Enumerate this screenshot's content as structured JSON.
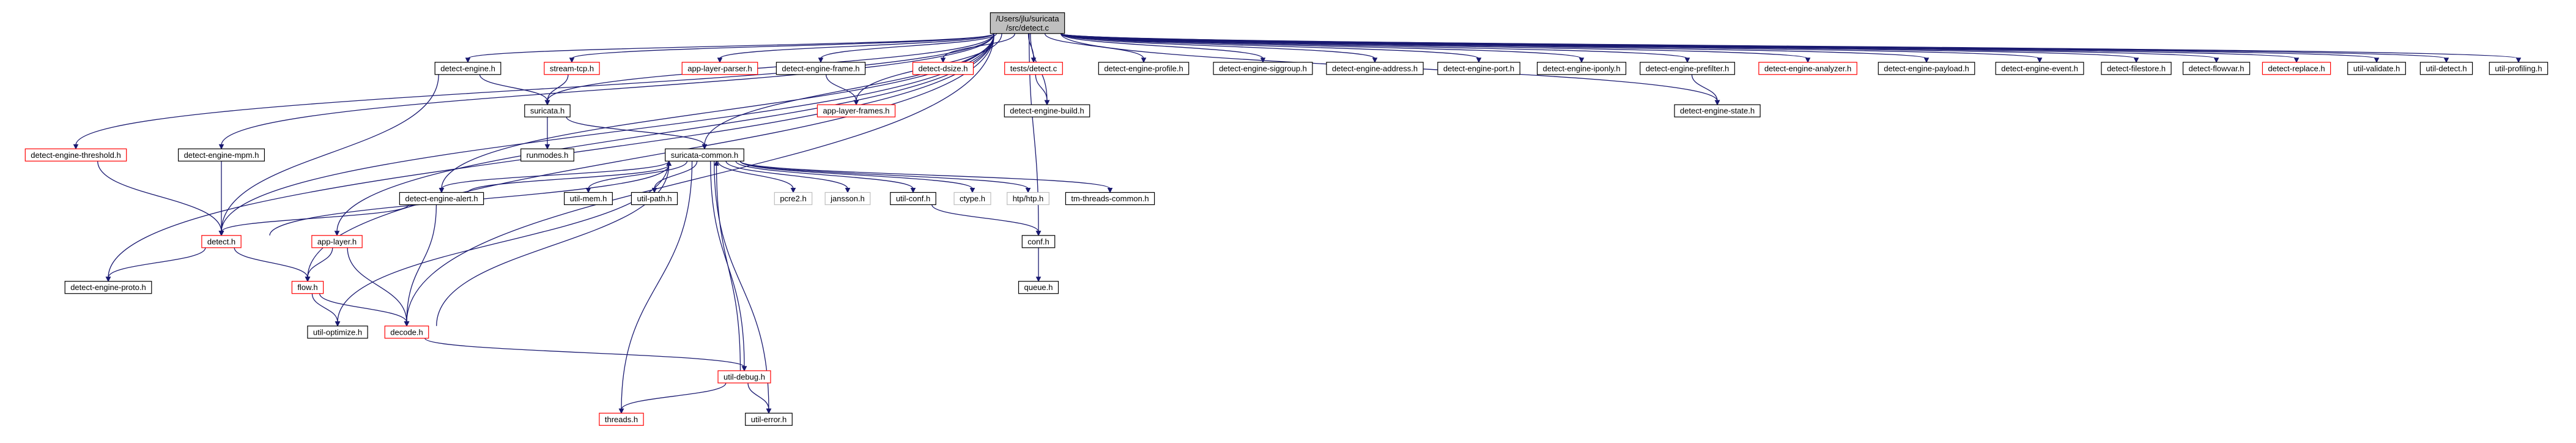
{
  "graph": {
    "root": "root",
    "nodes": [
      {
        "id": "root",
        "lines": [
          "/Users/jlu/suricata",
          "/src/detect.c"
        ],
        "style": "root"
      },
      {
        "id": "detect_engine_h",
        "lines": [
          "detect-engine.h"
        ],
        "style": "black"
      },
      {
        "id": "stream_tcp_h",
        "lines": [
          "stream-tcp.h"
        ],
        "style": "red"
      },
      {
        "id": "app_layer_parser_h",
        "lines": [
          "app-layer-parser.h"
        ],
        "style": "red"
      },
      {
        "id": "detect_engine_frame_h",
        "lines": [
          "detect-engine-frame.h"
        ],
        "style": "black"
      },
      {
        "id": "detect_dsize_h",
        "lines": [
          "detect-dsize.h"
        ],
        "style": "red"
      },
      {
        "id": "tests_detect_c",
        "lines": [
          "tests/detect.c"
        ],
        "style": "red"
      },
      {
        "id": "detect_engine_profile_h",
        "lines": [
          "detect-engine-profile.h"
        ],
        "style": "black"
      },
      {
        "id": "detect_engine_siggroup_h",
        "lines": [
          "detect-engine-siggroup.h"
        ],
        "style": "black"
      },
      {
        "id": "detect_engine_address_h",
        "lines": [
          "detect-engine-address.h"
        ],
        "style": "black"
      },
      {
        "id": "detect_engine_port_h",
        "lines": [
          "detect-engine-port.h"
        ],
        "style": "black"
      },
      {
        "id": "detect_engine_iponly_h",
        "lines": [
          "detect-engine-iponly.h"
        ],
        "style": "black"
      },
      {
        "id": "detect_engine_prefilter_h",
        "lines": [
          "detect-engine-prefilter.h"
        ],
        "style": "black"
      },
      {
        "id": "detect_engine_analyzer_h",
        "lines": [
          "detect-engine-analyzer.h"
        ],
        "style": "red"
      },
      {
        "id": "detect_engine_payload_h",
        "lines": [
          "detect-engine-payload.h"
        ],
        "style": "black"
      },
      {
        "id": "detect_engine_event_h",
        "lines": [
          "detect-engine-event.h"
        ],
        "style": "black"
      },
      {
        "id": "detect_filestore_h",
        "lines": [
          "detect-filestore.h"
        ],
        "style": "black"
      },
      {
        "id": "detect_flowvar_h",
        "lines": [
          "detect-flowvar.h"
        ],
        "style": "black"
      },
      {
        "id": "detect_replace_h",
        "lines": [
          "detect-replace.h"
        ],
        "style": "red"
      },
      {
        "id": "util_validate_h",
        "lines": [
          "util-validate.h"
        ],
        "style": "black"
      },
      {
        "id": "util_detect_h",
        "lines": [
          "util-detect.h"
        ],
        "style": "black"
      },
      {
        "id": "util_profiling_h",
        "lines": [
          "util-profiling.h"
        ],
        "style": "black"
      },
      {
        "id": "suricata_h",
        "lines": [
          "suricata.h"
        ],
        "style": "black"
      },
      {
        "id": "app_layer_frames_h",
        "lines": [
          "app-layer-frames.h"
        ],
        "style": "red"
      },
      {
        "id": "detect_engine_build_h",
        "lines": [
          "detect-engine-build.h"
        ],
        "style": "black"
      },
      {
        "id": "detect_engine_state_h",
        "lines": [
          "detect-engine-state.h"
        ],
        "style": "black"
      },
      {
        "id": "detect_engine_threshold_h",
        "lines": [
          "detect-engine-threshold.h"
        ],
        "style": "red"
      },
      {
        "id": "detect_engine_mpm_h",
        "lines": [
          "detect-engine-mpm.h"
        ],
        "style": "black"
      },
      {
        "id": "runmodes_h",
        "lines": [
          "runmodes.h"
        ],
        "style": "black"
      },
      {
        "id": "suricata_common_h",
        "lines": [
          "suricata-common.h"
        ],
        "style": "black"
      },
      {
        "id": "detect_engine_alert_h",
        "lines": [
          "detect-engine-alert.h"
        ],
        "style": "black"
      },
      {
        "id": "util_mem_h",
        "lines": [
          "util-mem.h"
        ],
        "style": "black"
      },
      {
        "id": "util_path_h",
        "lines": [
          "util-path.h"
        ],
        "style": "black"
      },
      {
        "id": "pcre2_h",
        "lines": [
          "pcre2.h"
        ],
        "style": "grey"
      },
      {
        "id": "jansson_h",
        "lines": [
          "jansson.h"
        ],
        "style": "grey"
      },
      {
        "id": "util_conf_h",
        "lines": [
          "util-conf.h"
        ],
        "style": "black"
      },
      {
        "id": "ctype_h",
        "lines": [
          "ctype.h"
        ],
        "style": "grey"
      },
      {
        "id": "htp_htp_h",
        "lines": [
          "htp/htp.h"
        ],
        "style": "grey"
      },
      {
        "id": "tm_threads_common_h",
        "lines": [
          "tm-threads-common.h"
        ],
        "style": "black"
      },
      {
        "id": "detect_h",
        "lines": [
          "detect.h"
        ],
        "style": "red"
      },
      {
        "id": "app_layer_h",
        "lines": [
          "app-layer.h"
        ],
        "style": "red"
      },
      {
        "id": "conf_h",
        "lines": [
          "conf.h"
        ],
        "style": "black"
      },
      {
        "id": "flow_h",
        "lines": [
          "flow.h"
        ],
        "style": "red"
      },
      {
        "id": "detect_engine_proto_h",
        "lines": [
          "detect-engine-proto.h"
        ],
        "style": "black"
      },
      {
        "id": "queue_h",
        "lines": [
          "queue.h"
        ],
        "style": "black"
      },
      {
        "id": "util_optimize_h",
        "lines": [
          "util-optimize.h"
        ],
        "style": "black"
      },
      {
        "id": "decode_h",
        "lines": [
          "decode.h"
        ],
        "style": "red"
      },
      {
        "id": "util_debug_h",
        "lines": [
          "util-debug.h"
        ],
        "style": "red"
      },
      {
        "id": "threads_h",
        "lines": [
          "threads.h"
        ],
        "style": "red"
      },
      {
        "id": "util_error_h",
        "lines": [
          "util-error.h"
        ],
        "style": "black"
      }
    ],
    "edges": [
      [
        "root",
        "detect_engine_h"
      ],
      [
        "root",
        "stream_tcp_h"
      ],
      [
        "root",
        "app_layer_parser_h"
      ],
      [
        "root",
        "detect_engine_frame_h"
      ],
      [
        "root",
        "detect_dsize_h"
      ],
      [
        "root",
        "tests_detect_c"
      ],
      [
        "root",
        "detect_engine_profile_h"
      ],
      [
        "root",
        "detect_engine_siggroup_h"
      ],
      [
        "root",
        "detect_engine_address_h"
      ],
      [
        "root",
        "detect_engine_port_h"
      ],
      [
        "root",
        "detect_engine_iponly_h"
      ],
      [
        "root",
        "detect_engine_prefilter_h"
      ],
      [
        "root",
        "detect_engine_analyzer_h"
      ],
      [
        "root",
        "detect_engine_payload_h"
      ],
      [
        "root",
        "detect_engine_event_h"
      ],
      [
        "root",
        "detect_filestore_h"
      ],
      [
        "root",
        "detect_flowvar_h"
      ],
      [
        "root",
        "detect_replace_h"
      ],
      [
        "root",
        "util_validate_h"
      ],
      [
        "root",
        "util_detect_h"
      ],
      [
        "root",
        "util_profiling_h"
      ],
      [
        "root",
        "detect_engine_threshold_h"
      ],
      [
        "root",
        "detect_engine_mpm_h"
      ],
      [
        "root",
        "detect_h"
      ],
      [
        "root",
        "detect_engine_proto_h"
      ],
      [
        "root",
        "app_layer_h"
      ],
      [
        "root",
        "flow_h"
      ],
      [
        "root",
        "decode_h"
      ],
      [
        "root",
        "detect_engine_alert_h"
      ],
      [
        "root",
        "suricata_h"
      ],
      [
        "root",
        "suricata_common_h"
      ],
      [
        "root",
        "app_layer_frames_h"
      ],
      [
        "root",
        "detect_engine_build_h"
      ],
      [
        "root",
        "detect_engine_state_h"
      ],
      [
        "root",
        "conf_h"
      ],
      [
        "detect_engine_h",
        "suricata_h"
      ],
      [
        "detect_engine_h",
        "detect_h"
      ],
      [
        "stream_tcp_h",
        "suricata_h"
      ],
      [
        "detect_engine_frame_h",
        "app_layer_frames_h"
      ],
      [
        "tests_detect_c",
        "detect_engine_build_h"
      ],
      [
        "detect_engine_prefilter_h",
        "detect_engine_state_h"
      ],
      [
        "detect_engine_threshold_h",
        "detect_h"
      ],
      [
        "detect_engine_mpm_h",
        "detect_h"
      ],
      [
        "suricata_h",
        "runmodes_h"
      ],
      [
        "suricata_h",
        "suricata_common_h"
      ],
      [
        "suricata_common_h",
        "detect_engine_alert_h"
      ],
      [
        "suricata_common_h",
        "util_mem_h"
      ],
      [
        "suricata_common_h",
        "util_path_h"
      ],
      [
        "suricata_common_h",
        "pcre2_h"
      ],
      [
        "suricata_common_h",
        "jansson_h"
      ],
      [
        "suricata_common_h",
        "util_conf_h"
      ],
      [
        "suricata_common_h",
        "ctype_h"
      ],
      [
        "suricata_common_h",
        "htp_htp_h"
      ],
      [
        "suricata_common_h",
        "tm_threads_common_h"
      ],
      [
        "suricata_common_h",
        "util_optimize_h"
      ],
      [
        "suricata_common_h",
        "threads_h"
      ],
      [
        "suricata_common_h",
        "util_debug_h"
      ],
      [
        "suricata_common_h",
        "util_error_h"
      ],
      [
        "detect_engine_alert_h",
        "suricata_common_h"
      ],
      [
        "detect_engine_alert_h",
        "detect_h"
      ],
      [
        "detect_engine_alert_h",
        "decode_h"
      ],
      [
        "util_conf_h",
        "conf_h"
      ],
      [
        "detect_h",
        "suricata_common_h"
      ],
      [
        "detect_h",
        "flow_h"
      ],
      [
        "detect_h",
        "detect_engine_proto_h"
      ],
      [
        "app_layer_h",
        "flow_h"
      ],
      [
        "app_layer_h",
        "decode_h"
      ],
      [
        "conf_h",
        "queue_h"
      ],
      [
        "flow_h",
        "util_optimize_h"
      ],
      [
        "flow_h",
        "decode_h"
      ],
      [
        "decode_h",
        "suricata_common_h"
      ],
      [
        "decode_h",
        "util_debug_h"
      ],
      [
        "util_debug_h",
        "suricata_common_h"
      ],
      [
        "util_debug_h",
        "threads_h"
      ],
      [
        "util_debug_h",
        "util_error_h"
      ]
    ]
  }
}
